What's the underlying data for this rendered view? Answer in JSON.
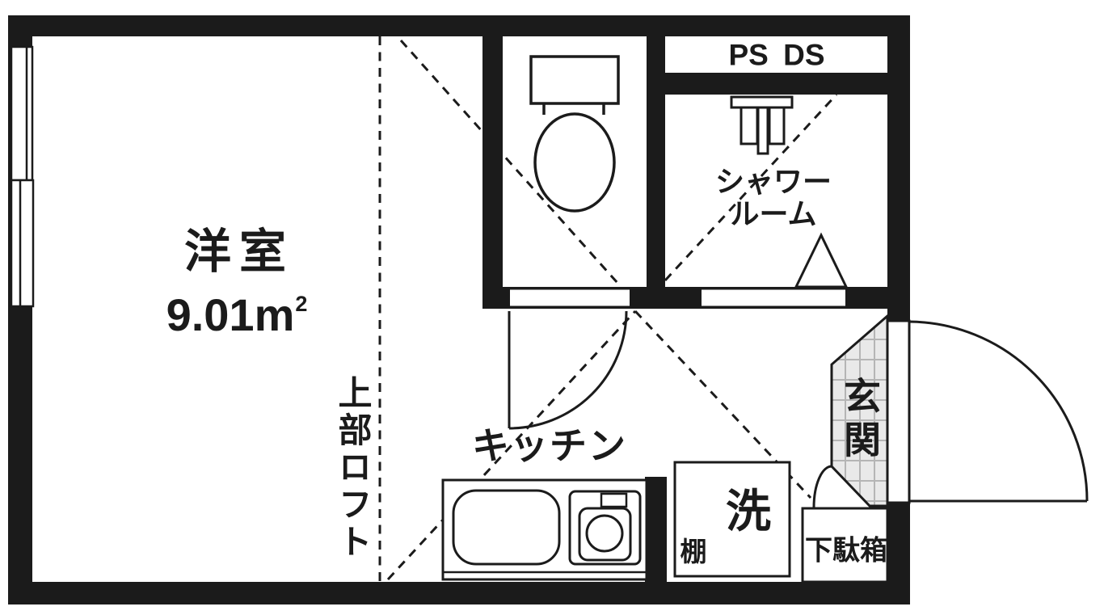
{
  "plan": {
    "labels": {
      "room_name": "洋室",
      "room_area": "9.01m",
      "room_area_exp": "2",
      "loft": "上部ロフト",
      "kitchen": "キッチン",
      "shower_line1": "シャワー",
      "shower_line2": "ルーム",
      "ps_ds": "PS DS",
      "entrance": "玄関",
      "washer": "洗",
      "shelf": "棚",
      "shoe_cabinet": "下駄箱"
    },
    "colors": {
      "wall": "#1b1b1b",
      "line": "#1b1b1b",
      "background": "#ffffff",
      "genkan_tile_fill": "#e9e9e9",
      "genkan_tile_grid": "#b5b5b5"
    }
  }
}
